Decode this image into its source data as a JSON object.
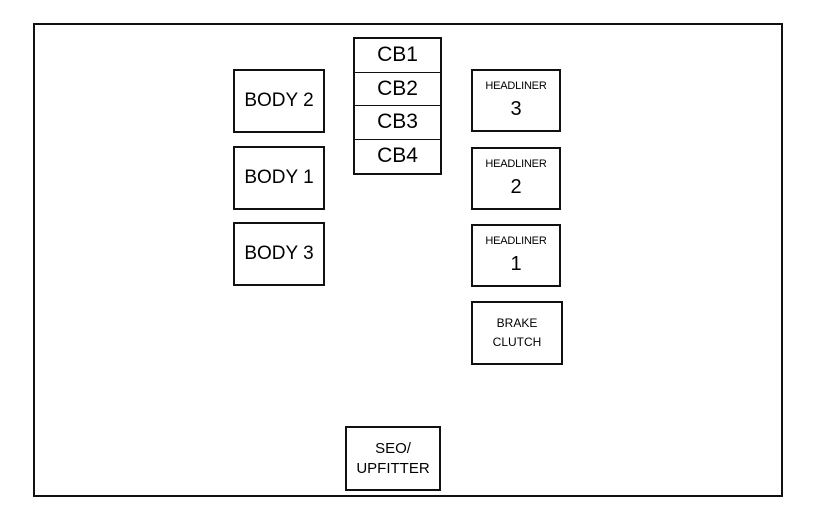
{
  "body_fuses": [
    {
      "id": "body2",
      "label": "BODY 2"
    },
    {
      "id": "body1",
      "label": "BODY 1"
    },
    {
      "id": "body3",
      "label": "BODY 3"
    }
  ],
  "circuit_breakers": [
    "CB1",
    "CB2",
    "CB3",
    "CB4"
  ],
  "headliner": [
    {
      "top": "HEADLINER",
      "num": "3"
    },
    {
      "top": "HEADLINER",
      "num": "2"
    },
    {
      "top": "HEADLINER",
      "num": "1"
    }
  ],
  "brake_clutch": {
    "line1": "BRAKE",
    "line2": "CLUTCH"
  },
  "seo_upfitter": {
    "line1": "SEO/",
    "line2": "UPFITTER"
  }
}
